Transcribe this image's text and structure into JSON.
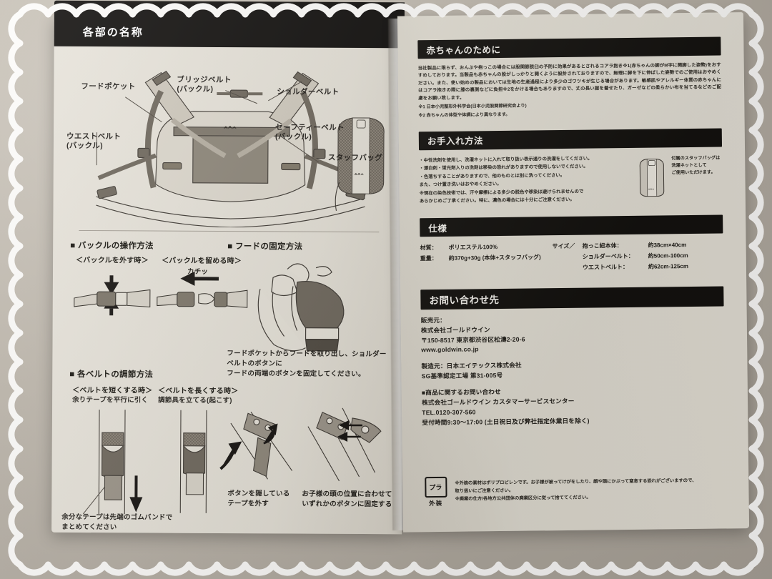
{
  "left_page": {
    "header": "各部の名称",
    "diagram_labels": [
      {
        "id": "hood-pocket",
        "text": "フードポケット"
      },
      {
        "id": "bridge-belt",
        "text": "ブリッジベルト\n(バックル)"
      },
      {
        "id": "shoulder-belt",
        "text": "ショルダーベルト"
      },
      {
        "id": "waist-belt",
        "text": "ウエストベルト\n(バックル)"
      },
      {
        "id": "safety-belt",
        "text": "セーフティーベルト\n(バックル)"
      },
      {
        "id": "stuff-bag",
        "text": "スタッフバッグ"
      }
    ],
    "buckle_section": {
      "heading": "バックルの操作方法",
      "sub_left": "＜バックルを外す時＞",
      "sub_right": "＜バックルを留める時＞",
      "click_sound": "カチッ"
    },
    "hood_section": {
      "heading": "フードの固定方法",
      "caption": "フードポケットからフードを取り出し、ショルダーベルトのボタンに\nフードの両端のボタンを固定してください。"
    },
    "belt_section": {
      "heading": "各ベルトの調節方法",
      "sub_left": "＜ベルトを短くする時＞",
      "sub_left_text": "余りテープを平行に引く",
      "sub_right": "＜ベルトを長くする時＞",
      "sub_right_text": "調節具を立てる(起こす)",
      "bottom_caption": "余分なテープは先端のゴムバンドで\nまとめてください"
    },
    "button_captions": {
      "left": "ボタンを隠している\nテープを外す",
      "right": "お子様の頭の位置に合わせて\nいずれかのボタンに固定する"
    }
  },
  "right_page": {
    "baby_section": {
      "header": "赤ちゃんのために",
      "body": "当社製品に限らず、おんぶや抱っこの場合には股関節脱臼の予防に効果があるとされるコアラ抱き※1(赤ちゃんの脚がM字に開脚した姿勢)をおすすめしております。当製品も赤ちゃんの股がしっかりと開くように設計されておりますので、無理に脚を下に伸ばした姿勢でのご使用はおやめください。また、使い始めの製品においては生地の生産過程により多少のゴワツキが生じる場合があります。敏感肌やアレルギー体質の赤ちゃんにはコアラ抱きの際に膝の裏側などに負担※2をかける場合もありますので、丈の長い服を着せたり、ガーゼなどの柔らかい布を当てるなどのご配慮をお願い致します。",
      "notes": [
        "※1 日本小児整形外科学会(日本小児股関節研究会より)",
        "※2 赤ちゃんの体型や体調により異なります。"
      ]
    },
    "care_section": {
      "header": "お手入れ方法",
      "items": [
        "・中性洗剤を使用し、洗濯ネットに入れて取り扱い表示通りの洗濯をしてください。",
        "・漂白剤・蛍光剤入りの洗剤は移染の恐れがありますので使用しないでください。",
        "・色落ちすることがありますので、他のものとは別に洗ってください。\n  また、つけ置き洗いはおやめください。",
        "※現在の染色技術では、汗や摩擦による多少の脱色や移染は避けられませんので\n  あらかじめご了承ください。特に、濃色の場合には十分にご注意ください。"
      ],
      "bag_caption": "付属のスタッフバッグは\n洗濯ネットとして\nご使用いただけます。"
    },
    "spec_section": {
      "header": "仕様",
      "material_key": "材質：",
      "material_value": "ポリエステル100%",
      "weight_key": "重量：",
      "weight_value": "約370g+30g (本体+スタッフバッグ)",
      "size_key": "サイズ／",
      "sizes": [
        {
          "name": "抱っこ紐本体：",
          "value": "約38cm×40cm"
        },
        {
          "name": "ショルダーベルト：",
          "value": "約50cm-100cm"
        },
        {
          "name": "ウエストベルト：",
          "value": "約62cm-125cm"
        }
      ]
    },
    "contact_section": {
      "header": "お問い合わせ先",
      "seller_label": "販売元：",
      "seller_name": "株式会社ゴールドウイン",
      "seller_address": "〒150-8517 東京都渋谷区松濤2-20-6",
      "seller_url": "www.goldwin.co.jp",
      "maker": "製造元：日本エイテックス株式会社",
      "sg": "SG基準認定工場 第31-005号",
      "inquiry_heading": "■商品に関するお問い合わせ",
      "inquiry_name": "株式会社ゴールドウイン カスタマーサービスセンター",
      "tel": "TEL.0120-307-560",
      "hours": "受付時間9:30〜17:00 (土日祝日及び弊社指定休業日を除く)"
    },
    "package_section": {
      "mark_glyph": "プラ",
      "mark_label": "外装",
      "text": "※外装の素材はポリプロピレンです。お子様が被ってけがをしたり、顔や頭にかぶって窒息する恐れがございますので、\n   取り扱いにご注意ください。\n※廃棄の仕方/各地方公共団体の廃棄区分に従って捨ててください。"
    }
  },
  "brand": {
    "logo_name": "the-north-face-logo"
  }
}
